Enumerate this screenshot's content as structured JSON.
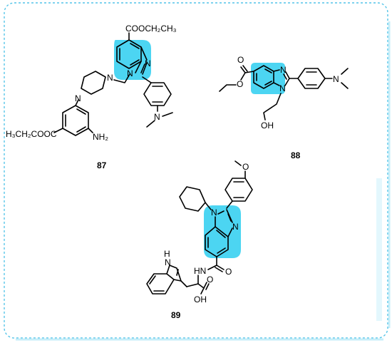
{
  "frame": {
    "border_color": "#54c4e8",
    "highlight_color": "#19c9ee"
  },
  "compounds": [
    {
      "id": "87",
      "labels": {
        "ester_top": "COOCH₂CH₃",
        "ester_left": "H₃CH₂COOC",
        "amine": "NH₂",
        "n_imidazole": "N",
        "n_ring": "N",
        "n_pip_top": "N",
        "n_pip_bottom": "N",
        "n_dimethyl": "N"
      }
    },
    {
      "id": "88",
      "labels": {
        "o_carbonyl": "O",
        "o_ester": "O",
        "n_imidazole": "N",
        "n_ring": "N",
        "n_dimethyl": "N",
        "hydroxyl": "OH"
      }
    },
    {
      "id": "89",
      "labels": {
        "o_methoxy": "O",
        "n_ring": "N",
        "n_imidazole": "N",
        "o_amide": "O",
        "nh_amide": "HN",
        "nh_indole": "H",
        "n_indole": "N",
        "o_acid": "O",
        "oh_acid": "OH"
      }
    }
  ]
}
